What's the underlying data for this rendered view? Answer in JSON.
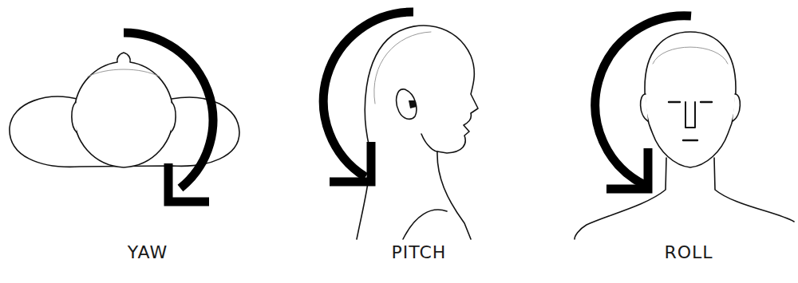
{
  "diagram": {
    "labels": [
      "YAW",
      "PITCH",
      "ROLL"
    ]
  }
}
